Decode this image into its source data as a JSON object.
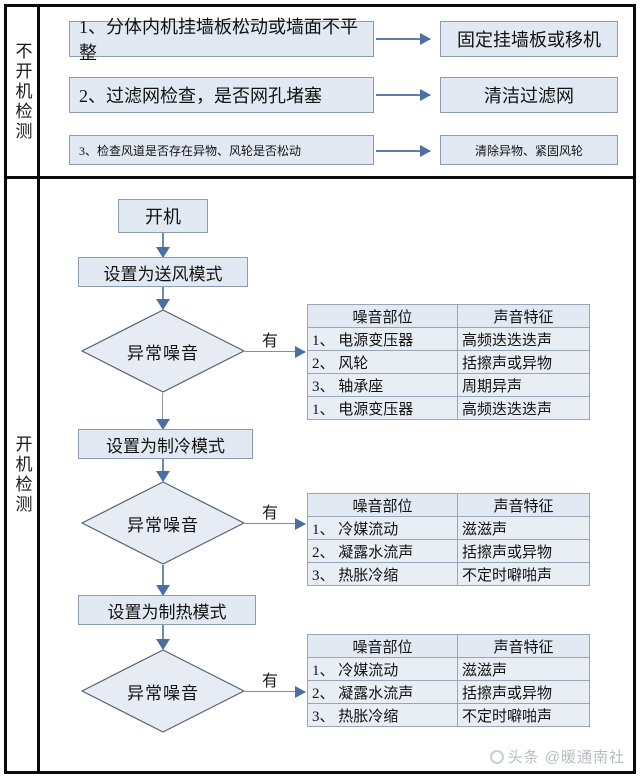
{
  "sections": {
    "no_power": {
      "label": "不开机检测",
      "rows": [
        {
          "cause": "1、分体内机挂墙板松动或墙面不平整",
          "fix": "固定挂墙板或移机"
        },
        {
          "cause": "2、过滤网检查，是否网孔堵塞",
          "fix": "清洁过滤网"
        },
        {
          "cause": "3、检查风道是否存在异物、风轮是否松动",
          "fix": "清除异物、紧固风轮"
        }
      ]
    },
    "power": {
      "label": "开机检测",
      "start": "开机",
      "yes_label": "有",
      "steps": [
        {
          "mode": "设置为送风模式",
          "decision": "异常噪音",
          "table": {
            "headers": [
              "噪音部位",
              "声音特征"
            ],
            "rows": [
              [
                "1、 电源变压器",
                "高频迭迭迭声"
              ],
              [
                "2、 风轮",
                "括擦声或异物"
              ],
              [
                "3、 轴承座",
                "周期异声"
              ],
              [
                "1、 电源变压器",
                "高频迭迭迭声"
              ]
            ]
          }
        },
        {
          "mode": "设置为制冷模式",
          "decision": "异常噪音",
          "table": {
            "headers": [
              "噪音部位",
              "声音特征"
            ],
            "rows": [
              [
                "1、 冷媒流动",
                "滋滋声"
              ],
              [
                "2、 凝露水流声",
                "括擦声或异物"
              ],
              [
                "3、 热胀冷缩",
                "不定时噼啪声"
              ]
            ]
          }
        },
        {
          "mode": "设置为制热模式",
          "decision": "异常噪音",
          "table": {
            "headers": [
              "噪音部位",
              "声音特征"
            ],
            "rows": [
              [
                "1、 冷媒流动",
                "滋滋声"
              ],
              [
                "2、 凝露水流声",
                "括擦声或异物"
              ],
              [
                "3、 热胀冷缩",
                "不定时噼啪声"
              ]
            ]
          }
        }
      ]
    }
  },
  "watermark": {
    "text": "头条 @暖通南社"
  },
  "colors": {
    "box_fill": "#e3e9f2",
    "box_border": "#8d9bb0",
    "arrow": "#4a6fa5",
    "frame": "#0a0a0a"
  }
}
